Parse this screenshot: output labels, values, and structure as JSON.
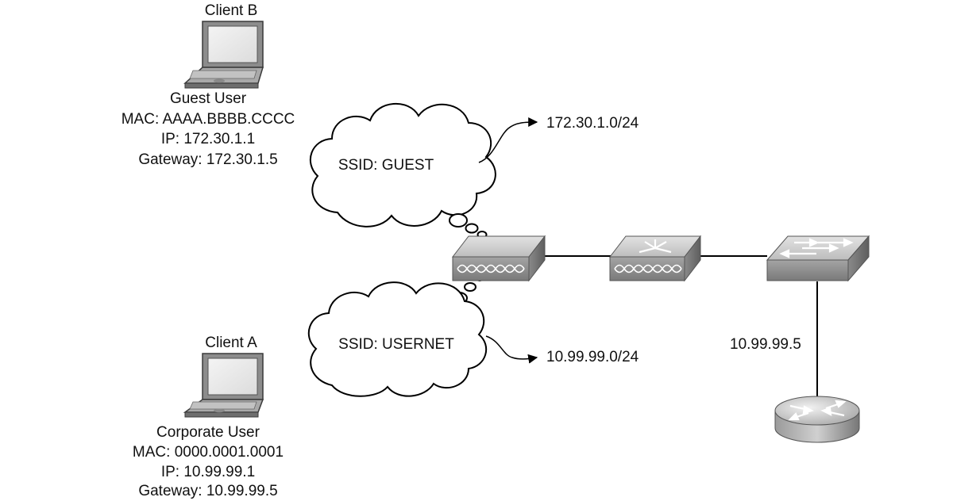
{
  "client_b": {
    "title": "Client B",
    "user": "Guest User",
    "mac": "MAC: AAAA.BBBB.CCCC",
    "ip": "IP: 172.30.1.1",
    "gateway": "Gateway: 172.30.1.5"
  },
  "client_a": {
    "title": "Client A",
    "user": "Corporate User",
    "mac": "MAC: 0000.0001.0001",
    "ip": "IP: 10.99.99.1",
    "gateway": "Gateway: 10.99.99.5"
  },
  "ssids": {
    "guest": "SSID: GUEST",
    "usernet": "SSID: USERNET"
  },
  "subnets": {
    "guest": "172.30.1.0/24",
    "usernet": "10.99.99.0/24"
  },
  "router_ip": "10.99.99.5",
  "icons": [
    "laptop-icon",
    "access-point-icon",
    "wlan-controller-icon",
    "switch-icon",
    "router-icon"
  ],
  "colors": {
    "device_top": "#c9c9c9",
    "device_front": "#8f8f8f",
    "line": "#000000"
  }
}
